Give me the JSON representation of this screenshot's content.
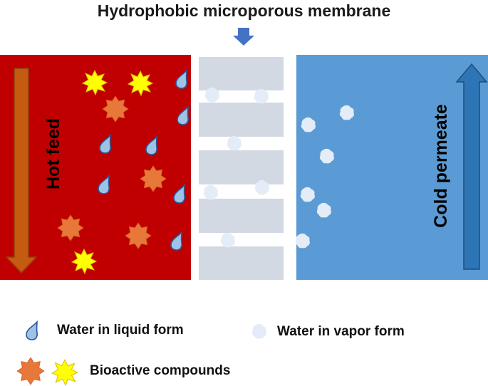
{
  "title": "Hydrophobic microporous membrane",
  "labels": {
    "hot_feed": "Hot feed",
    "cold_permeate": "Cold permeate"
  },
  "legend": {
    "liquid": "Water in liquid form",
    "vapor": "Water in vapor form",
    "bioactive": "Bioactive compounds"
  },
  "colors": {
    "hot_feed": "#c00000",
    "cold_permeate": "#5b9bd5",
    "membrane": "#d3d9e3",
    "droplet": "#9dc3e6",
    "vapor": "#e3ecf7",
    "bioactive_orange": "#e8773a",
    "bioactive_yellow": "#ffff00",
    "feed_arrow": "#c55a11",
    "permeate_arrow": "#2e75b6",
    "membrane_arrow": "#4472c4"
  }
}
